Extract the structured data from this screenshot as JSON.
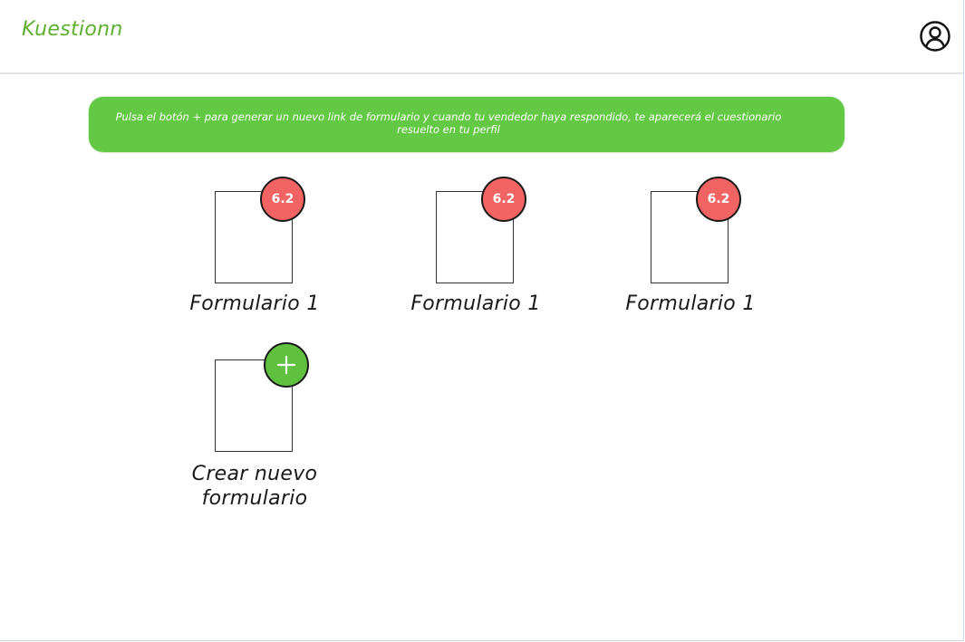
{
  "header": {
    "app_title": "Kuestionn",
    "user_icon": "user-circle-icon"
  },
  "banner": {
    "text": "Pulsa el botón + para generar un nuevo link de formulario y cuando tu vendedor haya respondido, te aparecerá el cuestionario resuelto en tu perfil"
  },
  "forms": [
    {
      "label": "Formulario 1",
      "score": "6.2"
    },
    {
      "label": "Formulario 1",
      "score": "6.2"
    },
    {
      "label": "Formulario 1",
      "score": "6.2"
    }
  ],
  "create": {
    "label": "Crear nuevo formulario",
    "icon": "plus-icon"
  },
  "colors": {
    "brand": "#5bb02d",
    "banner": "#63c944",
    "score_badge": "#f26363",
    "add_badge": "#5fc13f"
  }
}
